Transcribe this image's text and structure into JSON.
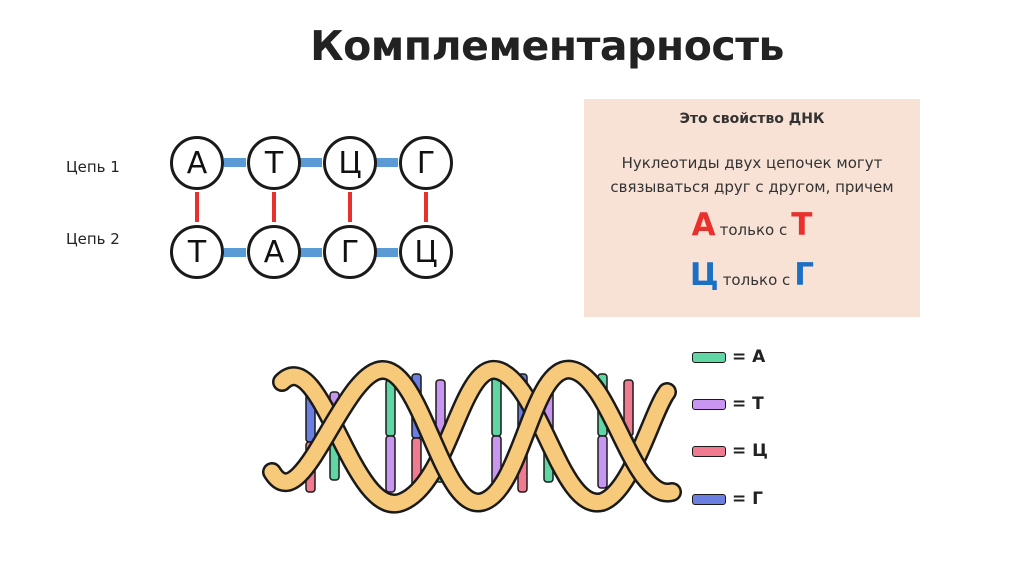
{
  "title": "Комплементарность",
  "chains": {
    "chain1_label": "Цепь 1",
    "chain2_label": "Цепь 2",
    "chain1": [
      "А",
      "Т",
      "Ц",
      "Г"
    ],
    "chain2": [
      "Т",
      "А",
      "Г",
      "Ц"
    ]
  },
  "info": {
    "title": "Это свойство ДНК",
    "text_line1": "Нуклеотиды двух цепочек могут",
    "text_line2": "связываться друг с другом, причем",
    "rule1": {
      "left": "А",
      "middle": "только с",
      "right": "Т"
    },
    "rule2": {
      "left": "Ц",
      "middle": "только с",
      "right": "Г"
    }
  },
  "colors": {
    "link_blue": "#5b9bd5",
    "link_red": "#e8312d",
    "info_bg": "#f8e2d6",
    "strand": "#f7c97a",
    "rule_red": "#e8312d",
    "rule_blue": "#1b6fc4"
  },
  "legend": [
    {
      "symbol": "= А",
      "color": "#5fd6a3"
    },
    {
      "symbol": "= Т",
      "color": "#c896f0"
    },
    {
      "symbol": "= Ц",
      "color": "#f07a8f"
    },
    {
      "symbol": "=  Г",
      "color": "#6b7fe0"
    }
  ]
}
